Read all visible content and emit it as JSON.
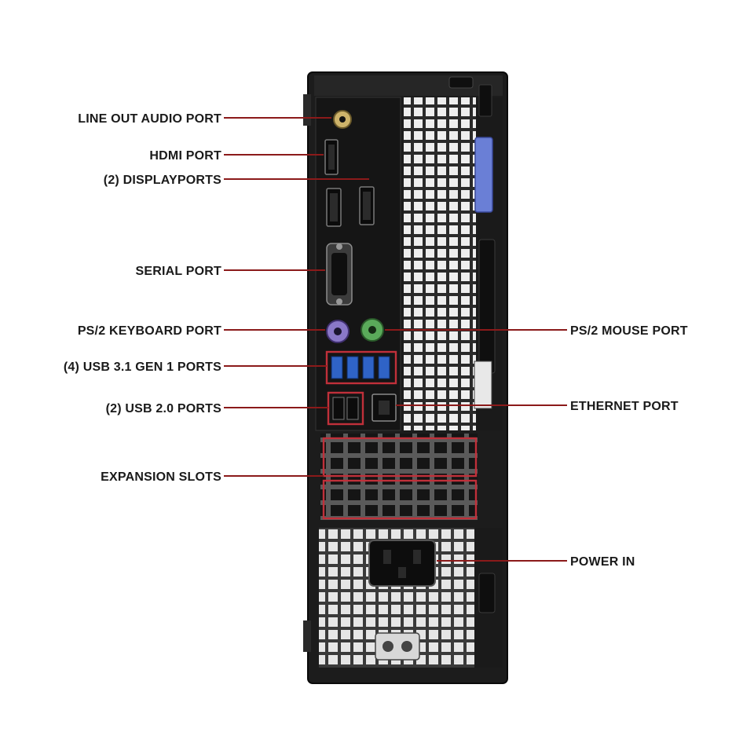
{
  "labels": {
    "line_out_audio_port": "LINE OUT AUDIO PORT",
    "hdmi_port": "HDMI PORT",
    "displayports": "(2) DISPLAYPORTS",
    "serial_port": "SERIAL PORT",
    "ps2_keyboard_port": "PS/2 KEYBOARD PORT",
    "usb31_ports": "(4) USB 3.1 GEN 1 PORTS",
    "usb20_ports": "(2) USB 2.0 PORTS",
    "expansion_slots": "EXPANSION SLOTS",
    "ps2_mouse_port": "PS/2 MOUSE PORT",
    "ethernet_port": "ETHERNET PORT",
    "power_in": "POWER IN"
  },
  "colors": {
    "leader_line": "#8b1a1a",
    "highlight_box": "#c0303a",
    "chassis": "#1c1c1c",
    "ps2_keyboard": "#8a78c8",
    "ps2_mouse": "#5aaa5a",
    "usb31": "#2f63c7",
    "latch": "#6a7fd6"
  }
}
